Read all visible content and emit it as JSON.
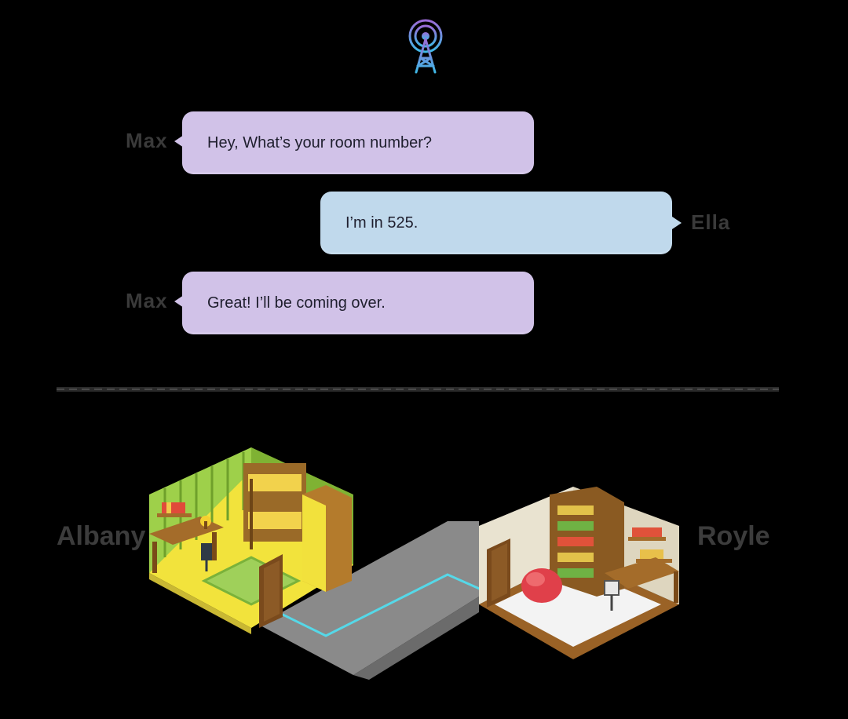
{
  "header": {
    "icon": "antenna-tower-icon"
  },
  "messages": [
    {
      "speaker": "Max",
      "text": "Hey, What’s your room number?",
      "side": "left",
      "color": "#d1c2e8"
    },
    {
      "speaker": "Ella",
      "text": "I’m in 525.",
      "side": "right",
      "color": "#c0d9ec"
    },
    {
      "speaker": "Max",
      "text": "Great! I’ll be coming over.",
      "side": "left",
      "color": "#d1c2e8"
    }
  ],
  "rooms": {
    "left": {
      "label": "Albany",
      "wall_color": "#8fc23c",
      "floor_color": "#f2e33c"
    },
    "right": {
      "label": "Royle",
      "wall_color": "#e9e3d0",
      "floor_color": "#f3f3f3"
    }
  },
  "path": {
    "color": "#55d8e8",
    "road_color": "#8a8a8a"
  },
  "colors": {
    "background": "#000000",
    "purple_bubble": "#d1c2e8",
    "blue_bubble": "#c0d9ec"
  }
}
